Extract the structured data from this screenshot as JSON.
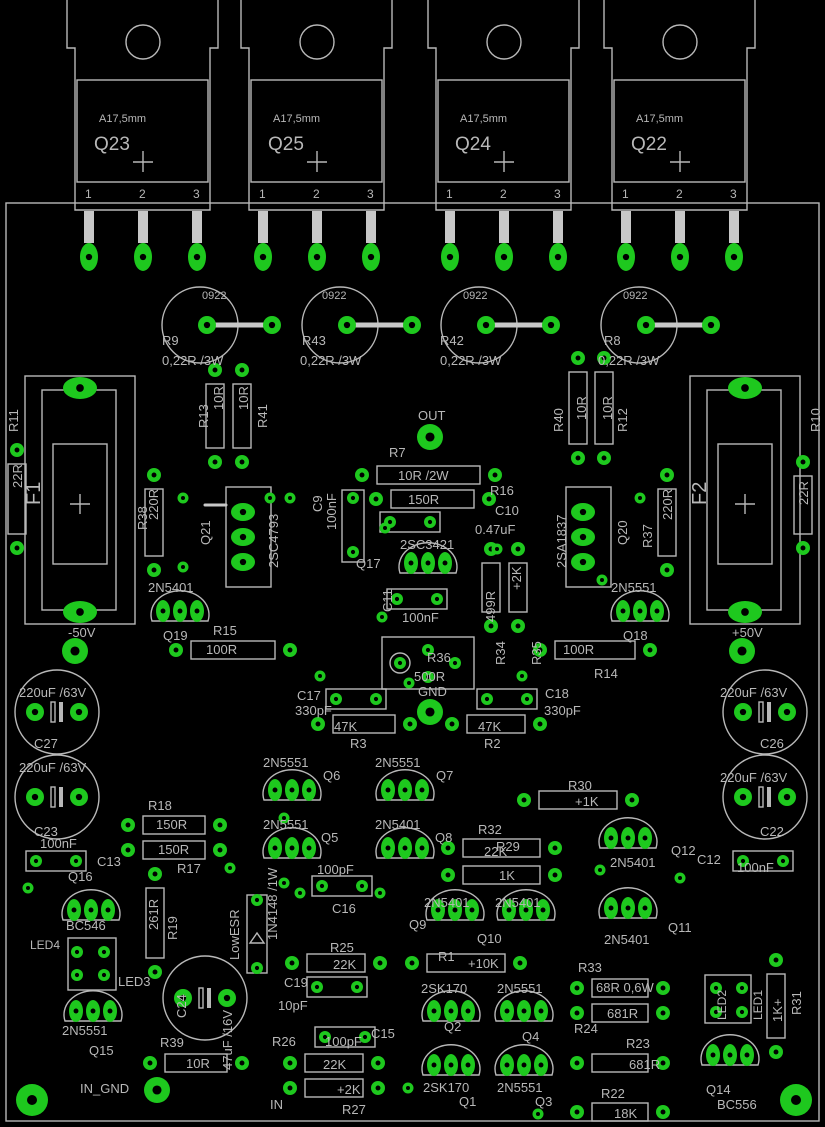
{
  "colors": {
    "background": "#000000",
    "silkscreen": "#b8b8b8",
    "copper": "#c8c8c8",
    "pad": "#1ec81e",
    "drill": "#000000"
  },
  "transistors": [
    {
      "ref": "Q23",
      "note": "A17,5mm",
      "pins": [
        "1",
        "2",
        "3"
      ]
    },
    {
      "ref": "Q25",
      "note": "A17,5mm",
      "pins": [
        "1",
        "2",
        "3"
      ]
    },
    {
      "ref": "Q24",
      "note": "A17,5mm",
      "pins": [
        "1",
        "2",
        "3"
      ]
    },
    {
      "ref": "Q22",
      "note": "A17,5mm",
      "pins": [
        "1",
        "2",
        "3"
      ]
    }
  ],
  "labels": [
    {
      "t": "0922",
      "s": 11
    },
    {
      "t": "0922",
      "s": 11
    },
    {
      "t": "0922",
      "s": 11
    },
    {
      "t": "0922",
      "s": 11
    },
    {
      "t": "R9",
      "s": 13
    },
    {
      "t": "0,22R /3W",
      "s": 13
    },
    {
      "t": "R43",
      "s": 13
    },
    {
      "t": "0,22R /3W",
      "s": 13
    },
    {
      "t": "R42",
      "s": 13
    },
    {
      "t": "0,22R /3W",
      "s": 13
    },
    {
      "t": "R8",
      "s": 13
    },
    {
      "t": "0,22R /3W",
      "s": 13
    },
    {
      "t": "R13",
      "s": 13,
      "r": -90
    },
    {
      "t": "10R",
      "s": 13,
      "r": -90
    },
    {
      "t": "10R",
      "s": 13,
      "r": -90
    },
    {
      "t": "R41",
      "s": 13,
      "r": -90
    },
    {
      "t": "R40",
      "s": 13,
      "r": -90
    },
    {
      "t": "10R",
      "s": 13,
      "r": -90
    },
    {
      "t": "10R",
      "s": 13,
      "r": -90
    },
    {
      "t": "R12",
      "s": 13,
      "r": -90
    },
    {
      "t": "R11",
      "s": 13,
      "r": -90
    },
    {
      "t": "22R",
      "s": 13,
      "r": -90
    },
    {
      "t": "F1",
      "s": 20,
      "r": -90
    },
    {
      "t": "R10",
      "s": 13,
      "r": -90
    },
    {
      "t": "22R",
      "s": 13,
      "r": -90
    },
    {
      "t": "F2",
      "s": 20,
      "r": -90
    },
    {
      "t": "OUT",
      "s": 13
    },
    {
      "t": "R7",
      "s": 13
    },
    {
      "t": "10R /2W",
      "s": 13
    },
    {
      "t": "150R",
      "s": 13
    },
    {
      "t": "R16",
      "s": 13
    },
    {
      "t": "C9",
      "s": 13,
      "r": -90
    },
    {
      "t": "100nF",
      "s": 13,
      "r": -90
    },
    {
      "t": "C10",
      "s": 13
    },
    {
      "t": "0.47uF",
      "s": 13
    },
    {
      "t": "2SC3421",
      "s": 13
    },
    {
      "t": "Q17",
      "s": 13
    },
    {
      "t": "R38",
      "s": 13,
      "r": -90
    },
    {
      "t": "220R",
      "s": 13,
      "r": -90
    },
    {
      "t": "Q21",
      "s": 13,
      "r": -90
    },
    {
      "t": "2SC4793",
      "s": 13,
      "r": -90
    },
    {
      "t": "2SA1837",
      "s": 13,
      "r": -90
    },
    {
      "t": "Q20",
      "s": 13,
      "r": -90
    },
    {
      "t": "R37",
      "s": 13,
      "r": -90
    },
    {
      "t": "220R",
      "s": 13,
      "r": -90
    },
    {
      "t": "499R",
      "s": 13,
      "r": -90
    },
    {
      "t": "+2K",
      "s": 13,
      "r": -90
    },
    {
      "t": "R34",
      "s": 13,
      "r": -90
    },
    {
      "t": "R35",
      "s": 13,
      "r": -90
    },
    {
      "t": "C11",
      "s": 13,
      "r": -90
    },
    {
      "t": "100nF",
      "s": 13
    },
    {
      "t": "2N5401",
      "s": 13
    },
    {
      "t": "Q19",
      "s": 13
    },
    {
      "t": "2N5551",
      "s": 13
    },
    {
      "t": "Q18",
      "s": 13
    },
    {
      "t": "R15",
      "s": 13
    },
    {
      "t": "100R",
      "s": 13
    },
    {
      "t": "100R",
      "s": 13
    },
    {
      "t": "R14",
      "s": 13
    },
    {
      "t": "R36",
      "s": 13
    },
    {
      "t": "500R",
      "s": 13
    },
    {
      "t": "-50V",
      "s": 13
    },
    {
      "t": "+50V",
      "s": 13
    },
    {
      "t": "GND",
      "s": 13
    },
    {
      "t": "220uF /63V",
      "s": 13
    },
    {
      "t": "C27",
      "s": 13
    },
    {
      "t": "220uF /63V",
      "s": 13
    },
    {
      "t": "C26",
      "s": 13
    },
    {
      "t": "220uF /63V",
      "s": 13
    },
    {
      "t": "C23",
      "s": 13
    },
    {
      "t": "220uF /63V",
      "s": 13
    },
    {
      "t": "C22",
      "s": 13
    },
    {
      "t": "C17",
      "s": 13
    },
    {
      "t": "330pF",
      "s": 13
    },
    {
      "t": "C18",
      "s": 13
    },
    {
      "t": "330pF",
      "s": 13
    },
    {
      "t": "47K",
      "s": 13
    },
    {
      "t": "R3",
      "s": 13
    },
    {
      "t": "47K",
      "s": 13
    },
    {
      "t": "R2",
      "s": 13
    },
    {
      "t": "2N5551",
      "s": 13
    },
    {
      "t": "Q6",
      "s": 13
    },
    {
      "t": "2N5551",
      "s": 13
    },
    {
      "t": "Q7",
      "s": 13
    },
    {
      "t": "2N5551",
      "s": 13
    },
    {
      "t": "Q5",
      "s": 13
    },
    {
      "t": "2N5401",
      "s": 13
    },
    {
      "t": "Q8",
      "s": 13
    },
    {
      "t": "R30",
      "s": 13
    },
    {
      "t": "+1K",
      "s": 13
    },
    {
      "t": "R32",
      "s": 13
    },
    {
      "t": "R29",
      "s": 13
    },
    {
      "t": "22K",
      "s": 13
    },
    {
      "t": "1K",
      "s": 13
    },
    {
      "t": "Q12",
      "s": 13
    },
    {
      "t": "2N5401",
      "s": 13
    },
    {
      "t": "C12",
      "s": 13
    },
    {
      "t": "100nF",
      "s": 13
    },
    {
      "t": "R18",
      "s": 13
    },
    {
      "t": "150R",
      "s": 13
    },
    {
      "t": "150R",
      "s": 13
    },
    {
      "t": "R17",
      "s": 13
    },
    {
      "t": "100nF",
      "s": 13
    },
    {
      "t": "C13",
      "s": 13
    },
    {
      "t": "Q16",
      "s": 13
    },
    {
      "t": "100pF",
      "s": 13
    },
    {
      "t": "C16",
      "s": 13
    },
    {
      "t": "1N4148 /1W",
      "s": 13,
      "r": -90
    },
    {
      "t": "LowESR",
      "s": 13,
      "r": -90
    },
    {
      "t": "2N5401",
      "s": 13
    },
    {
      "t": "Q9",
      "s": 13
    },
    {
      "t": "2N5401",
      "s": 13
    },
    {
      "t": "Q10",
      "s": 13
    },
    {
      "t": "Q11",
      "s": 13
    },
    {
      "t": "2N5401",
      "s": 13
    },
    {
      "t": "BC546",
      "s": 13
    },
    {
      "t": "LED4",
      "s": 12
    },
    {
      "t": "LED3",
      "s": 13
    },
    {
      "t": "R19",
      "s": 13,
      "r": -90
    },
    {
      "t": "261R",
      "s": 13,
      "r": -90
    },
    {
      "t": "C24",
      "s": 13,
      "r": -90
    },
    {
      "t": "47uF /16V",
      "s": 13,
      "r": -90
    },
    {
      "t": "R25",
      "s": 13
    },
    {
      "t": "22K",
      "s": 13
    },
    {
      "t": "R1",
      "s": 13
    },
    {
      "t": "+10K",
      "s": 13
    },
    {
      "t": "C19",
      "s": 13
    },
    {
      "t": "10pF",
      "s": 13
    },
    {
      "t": "2SK170",
      "s": 13
    },
    {
      "t": "Q2",
      "s": 13
    },
    {
      "t": "2N5551",
      "s": 13
    },
    {
      "t": "Q4",
      "s": 13
    },
    {
      "t": "R33",
      "s": 13
    },
    {
      "t": "68R 0,6W",
      "s": 13
    },
    {
      "t": "681R",
      "s": 13
    },
    {
      "t": "R24",
      "s": 13
    },
    {
      "t": "LED2",
      "s": 12,
      "r": -90
    },
    {
      "t": "LED1",
      "s": 12,
      "r": -90
    },
    {
      "t": "R31",
      "s": 13,
      "r": -90
    },
    {
      "t": "1K+",
      "s": 13,
      "r": -90
    },
    {
      "t": "2N5551",
      "s": 13
    },
    {
      "t": "Q15",
      "s": 13
    },
    {
      "t": "R39",
      "s": 13
    },
    {
      "t": "10R",
      "s": 13
    },
    {
      "t": "R26",
      "s": 13
    },
    {
      "t": "100pF",
      "s": 13
    },
    {
      "t": "C15",
      "s": 13
    },
    {
      "t": "22K",
      "s": 13
    },
    {
      "t": "+2K",
      "s": 13
    },
    {
      "t": "R27",
      "s": 13
    },
    {
      "t": "IN_GND",
      "s": 13
    },
    {
      "t": "IN",
      "s": 13
    },
    {
      "t": "2SK170",
      "s": 13
    },
    {
      "t": "Q1",
      "s": 13
    },
    {
      "t": "2N5551",
      "s": 13
    },
    {
      "t": "Q3",
      "s": 13
    },
    {
      "t": "R23",
      "s": 13
    },
    {
      "t": "681R",
      "s": 13
    },
    {
      "t": "R22",
      "s": 13
    },
    {
      "t": "18K",
      "s": 13
    },
    {
      "t": "Q14",
      "s": 13
    },
    {
      "t": "BC556",
      "s": 13
    }
  ]
}
